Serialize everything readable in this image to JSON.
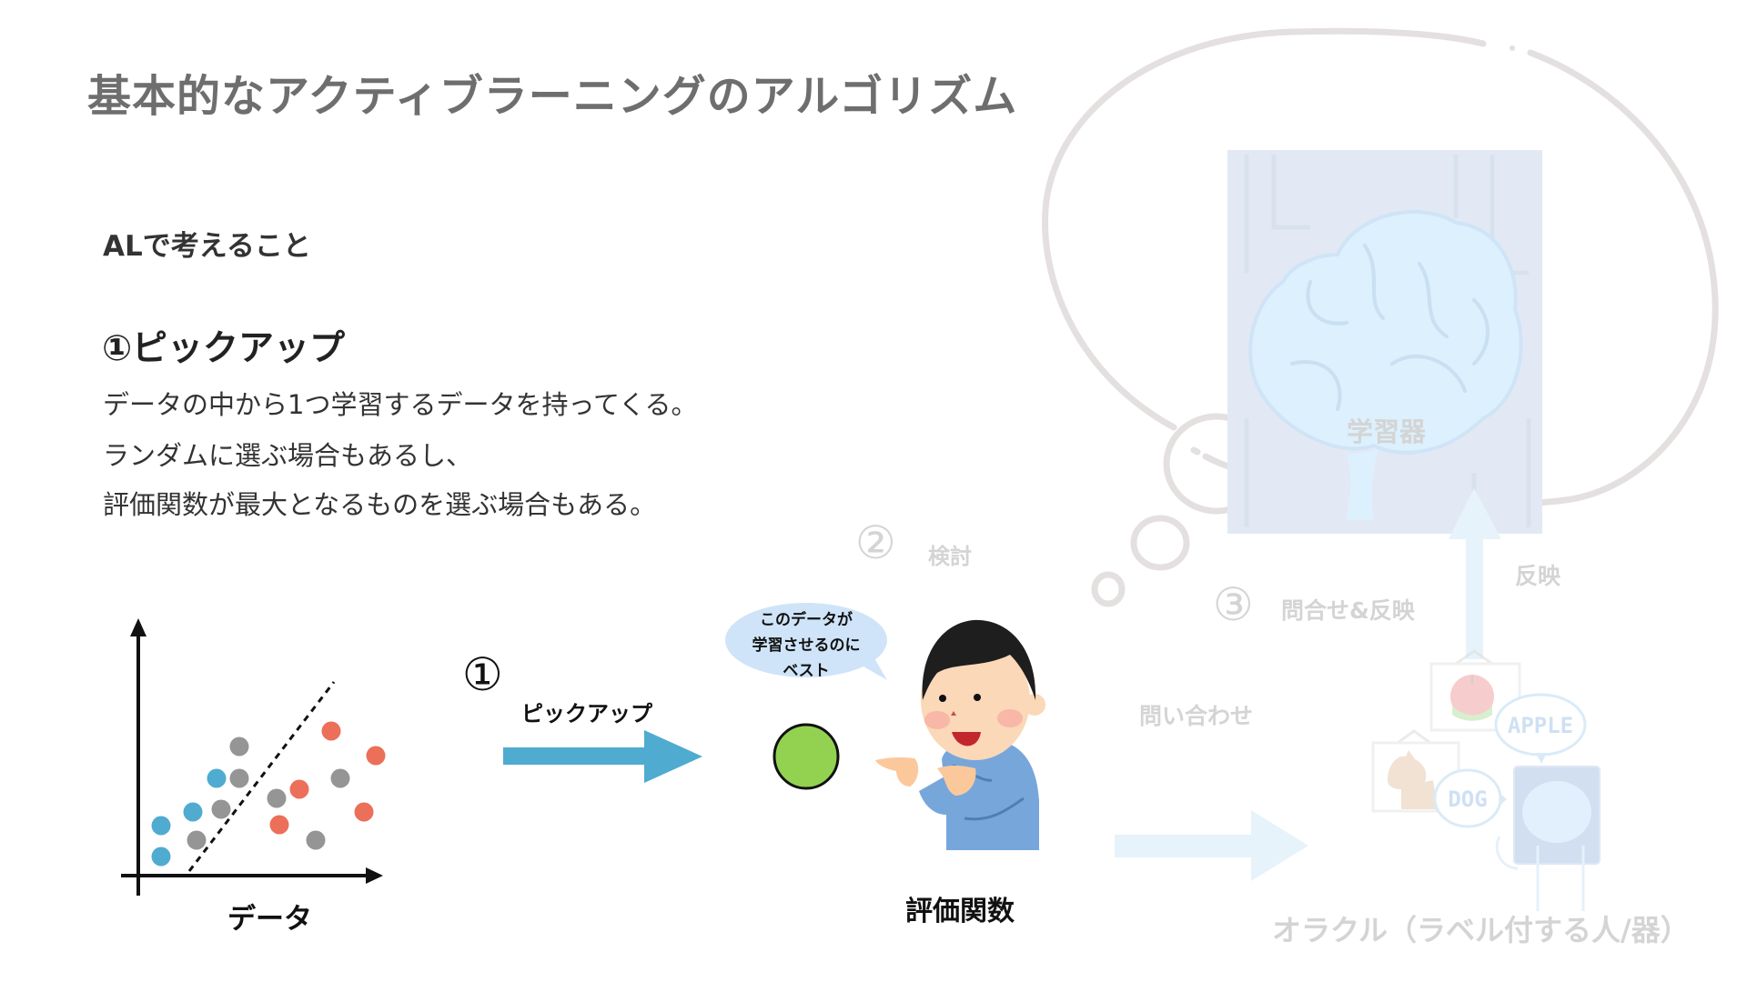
{
  "slide": {
    "title": "基本的なアクティブラーニングのアルゴリズム",
    "subheading": "ALで考えること",
    "step_heading": "①ピックアップ",
    "description_lines": [
      "データの中から1つ学習するデータを持ってくる。",
      "ランダムに選ぶ場合もあるし、",
      "評価関数が最大となるものを選ぶ場合もある。"
    ]
  },
  "diagram": {
    "scatter": {
      "label": "データ",
      "colors": {
        "blue": "#4fabd0",
        "grey": "#959595",
        "red": "#ec6f5a"
      }
    },
    "step1": {
      "number": "①",
      "label": "ピックアップ",
      "arrow_color": "#4fabd0"
    },
    "selected_point": {
      "color": "#93d250",
      "stroke": "#111111"
    },
    "speech_bubble": {
      "lines": [
        "このデータが",
        "学習させるのに",
        "ベスト"
      ],
      "color": "#cfe4f8"
    },
    "evaluator": {
      "label": "評価関数",
      "icon": "person-pointing-icon"
    },
    "step2": {
      "number": "②",
      "label": "検討"
    },
    "step3": {
      "number": "③",
      "label": "問合せ&反映"
    },
    "query_arrow": {
      "label": "問い合わせ",
      "color": "#e6f3fa"
    },
    "reflect_arrow": {
      "label": "反映",
      "color": "#e6f3fa"
    },
    "learner": {
      "label": "学習器",
      "icon": "brain-circuit-icon"
    },
    "oracle": {
      "label": "オラクル（ラベル付する人/器）",
      "bubbles": [
        "APPLE",
        "DOG"
      ],
      "icon": "oracle-robot-icon"
    },
    "thought_bubble": {
      "stroke": "#e4e0e0"
    }
  },
  "chart_data": {
    "type": "scatter",
    "title": "",
    "xlabel": "データ",
    "ylabel": "",
    "series": [
      {
        "name": "blue",
        "color": "#4fabd0",
        "points": [
          [
            177,
            908
          ],
          [
            177,
            942
          ],
          [
            212,
            893
          ],
          [
            238,
            856
          ]
        ]
      },
      {
        "name": "grey",
        "color": "#959595",
        "points": [
          [
            263,
            821
          ],
          [
            263,
            856
          ],
          [
            243,
            890
          ],
          [
            216,
            924
          ],
          [
            304,
            878
          ],
          [
            374,
            856
          ],
          [
            347,
            924
          ]
        ]
      },
      {
        "name": "red",
        "color": "#ec6f5a",
        "points": [
          [
            364,
            804
          ],
          [
            413,
            831
          ],
          [
            329,
            868
          ],
          [
            307,
            907
          ],
          [
            400,
            893
          ]
        ]
      }
    ],
    "decision_boundary": {
      "style": "dashed",
      "from": [
        208,
        958
      ],
      "to": [
        367,
        750
      ]
    },
    "note": "points given in pixel coordinates; axes unlabeled (no ticks)"
  }
}
